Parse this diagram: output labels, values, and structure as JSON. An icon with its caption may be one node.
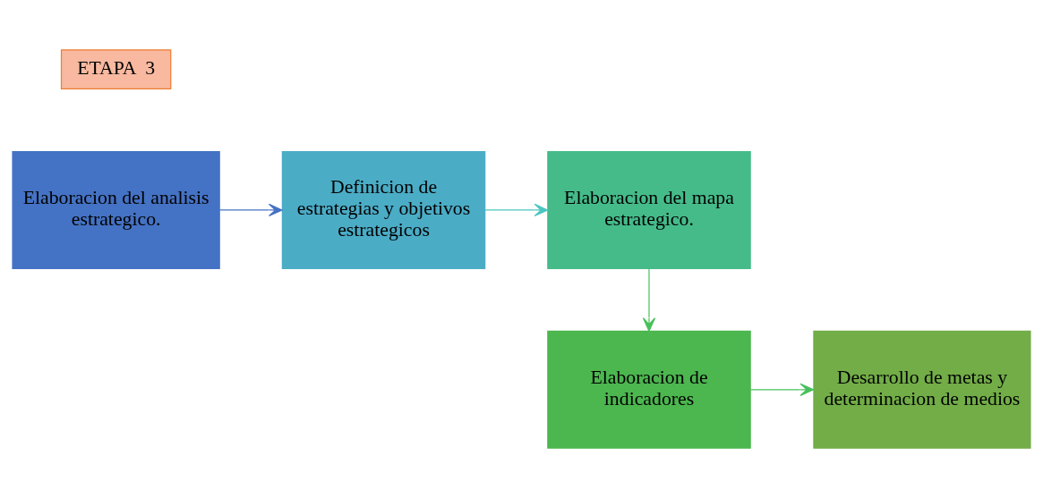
{
  "diagram": {
    "nodes": [
      {
        "text": [
          "ETAPA  3"
        ]
      },
      {
        "text": [
          "Elaboracion del analisis estrategico."
        ]
      },
      {
        "text": [
          "Definicion de estrategias y objetivos estrategicos"
        ]
      },
      {
        "text": [
          "Elaboracion del mapa estrategico."
        ]
      },
      {
        "text": [
          "Elaboracion de indicadores"
        ]
      },
      {
        "text": [
          "Desarrollo de metas y determinacion de medios"
        ]
      }
    ],
    "edges": [
      {
        "from": 1,
        "to": 2,
        "arrow": "to",
        "color": "#4472c4"
      },
      {
        "from": 2,
        "to": 3,
        "arrow": "to",
        "color": "#4bc6c0"
      },
      {
        "from": 3,
        "to": 4,
        "arrow": "to",
        "color": "#47c05a"
      },
      {
        "from": 4,
        "to": 5,
        "arrow": "to",
        "color": "#47c05a"
      }
    ]
  }
}
